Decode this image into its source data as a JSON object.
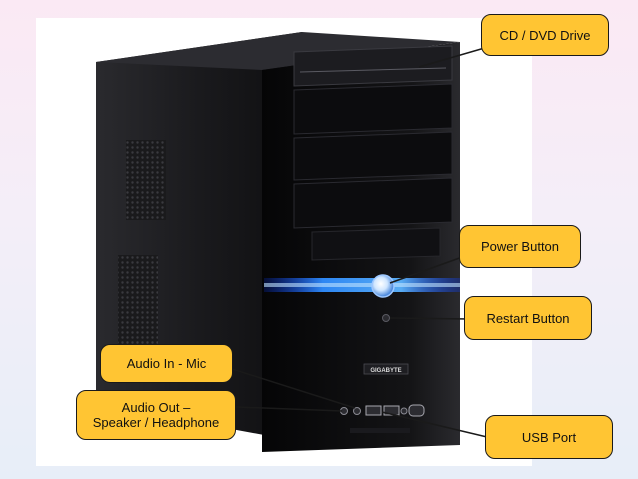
{
  "labels": {
    "cd_dvd_drive": "CD / DVD Drive",
    "power_button": "Power Button",
    "restart_button": "Restart Button",
    "audio_in": "Audio In - Mic",
    "audio_out_line1": "Audio Out –",
    "audio_out_line2": "Speaker / Headphone",
    "usb_port": "USB Port"
  },
  "brand_badge": "GIGABYTE",
  "colors": {
    "callout_fill": "#ffc533",
    "case_body": "#0b0b0d",
    "led_strip": "#1e7fff"
  }
}
